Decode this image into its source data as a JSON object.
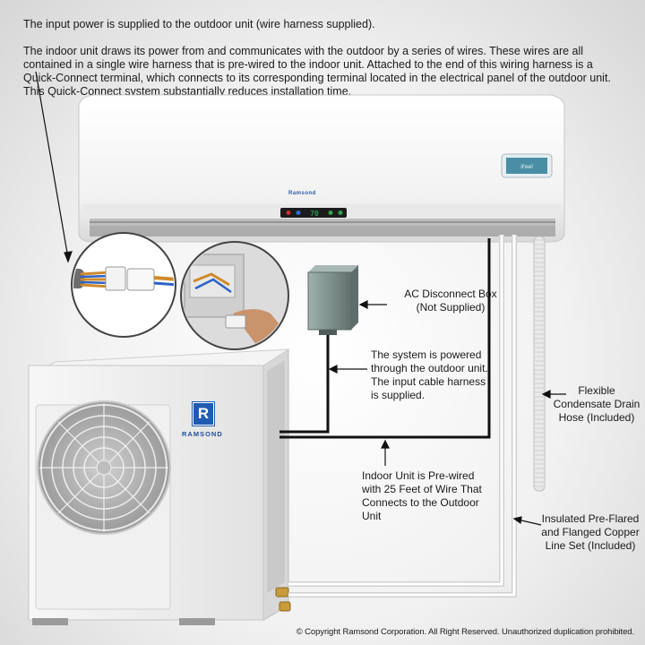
{
  "intro": {
    "line1": "The input power is supplied to the outdoor unit (wire harness supplied).",
    "line2": "The indoor unit draws its power from and communicates with the outdoor by a series of wires. These wires are all contained in a single wire harness that is pre-wired to the indoor unit.    Attached  to  the end of this wiring harness is a Quick-Connect terminal,  which connects to its corresponding terminal located in the electrical panel of the outdoor unit.  This Quick-Connect system substantially reduces installation time."
  },
  "labels": {
    "disconnect": "AC Disconnect Box\n(Not Supplied)",
    "powered": "The system is powered\nthrough the outdoor unit.\nThe input cable harness\nis supplied.",
    "drain": "Flexible\nCondensate Drain\nHose (Included)",
    "prewired": "Indoor Unit is Pre-wired\nwith 25 Feet of Wire That\nConnects to the Outdoor\nUnit",
    "copper": "Insulated Pre-Flared\nand Flanged Copper\nLine Set (Included)"
  },
  "brand": {
    "indoor": "Ramsond",
    "outdoor": "RAMSOND",
    "logo_letter": "R"
  },
  "display_readout": "70",
  "copyright": "© Copyright Ramsond Corporation.  All Right Reserved. Unauthorized duplication prohibited."
}
